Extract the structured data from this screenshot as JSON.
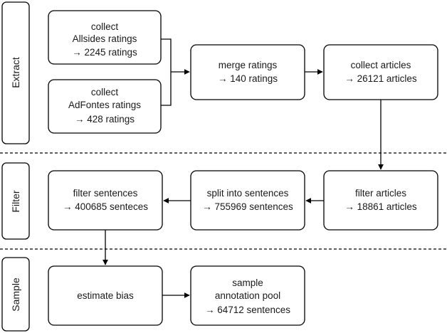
{
  "stages": {
    "extract": "Extract",
    "filter": "Filter",
    "sample": "Sample"
  },
  "boxes": {
    "collect_allsides": [
      "collect",
      "Allsides ratings",
      "→ 2245 ratings"
    ],
    "collect_adfontes": [
      "collect",
      "AdFontes ratings",
      "→ 428 ratings"
    ],
    "merge_ratings": [
      "merge ratings",
      "→ 140 ratings"
    ],
    "collect_articles": [
      "collect articles",
      "→ 26121 articles"
    ],
    "filter_articles": [
      "filter articles",
      "→ 18861 articles"
    ],
    "split_sentences": [
      "split into sentences",
      "→ 755969 sentences"
    ],
    "filter_sentences": [
      "filter sentences",
      "→ 400685 senteces"
    ],
    "estimate_bias": [
      "estimate bias"
    ],
    "sample_pool": [
      "sample",
      "annotation pool",
      "→ 64712 sentences"
    ]
  }
}
